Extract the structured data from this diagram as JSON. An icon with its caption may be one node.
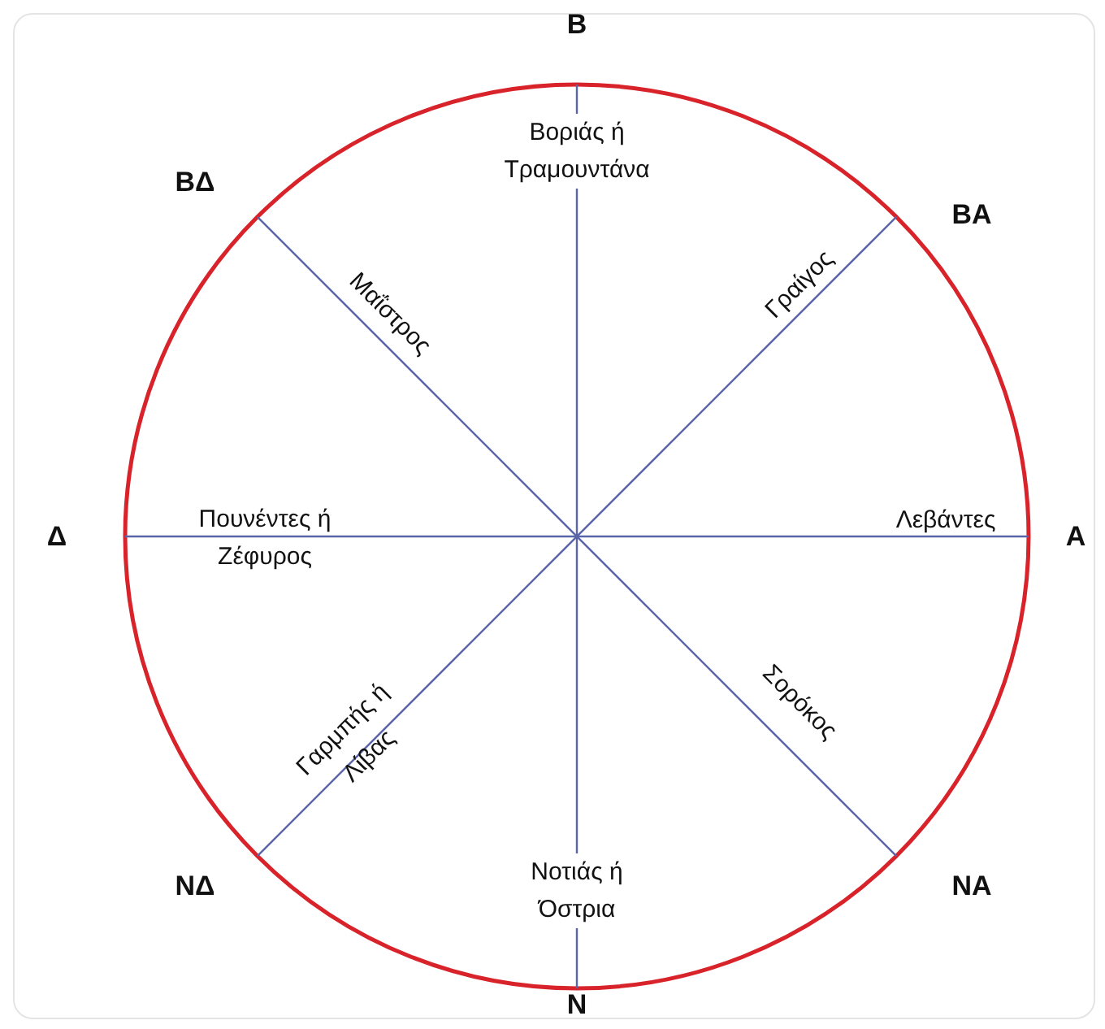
{
  "diagram": {
    "labels": [
      "Β",
      "Βοριάς ή Τραμουντάνα",
      "ΒΔ",
      "ΒΑ",
      "Μαΐστρος",
      "Γραίγος",
      "Δ",
      "Πουνέντες ή Ζέφυρος",
      "Λεβάντες",
      "Α",
      "Γαρμπής ή Λίβας",
      "Σορόκος",
      "ΝΔ",
      "ΝΑ",
      "Νοτιάς ή Όστρια",
      "Ν"
    ]
  }
}
